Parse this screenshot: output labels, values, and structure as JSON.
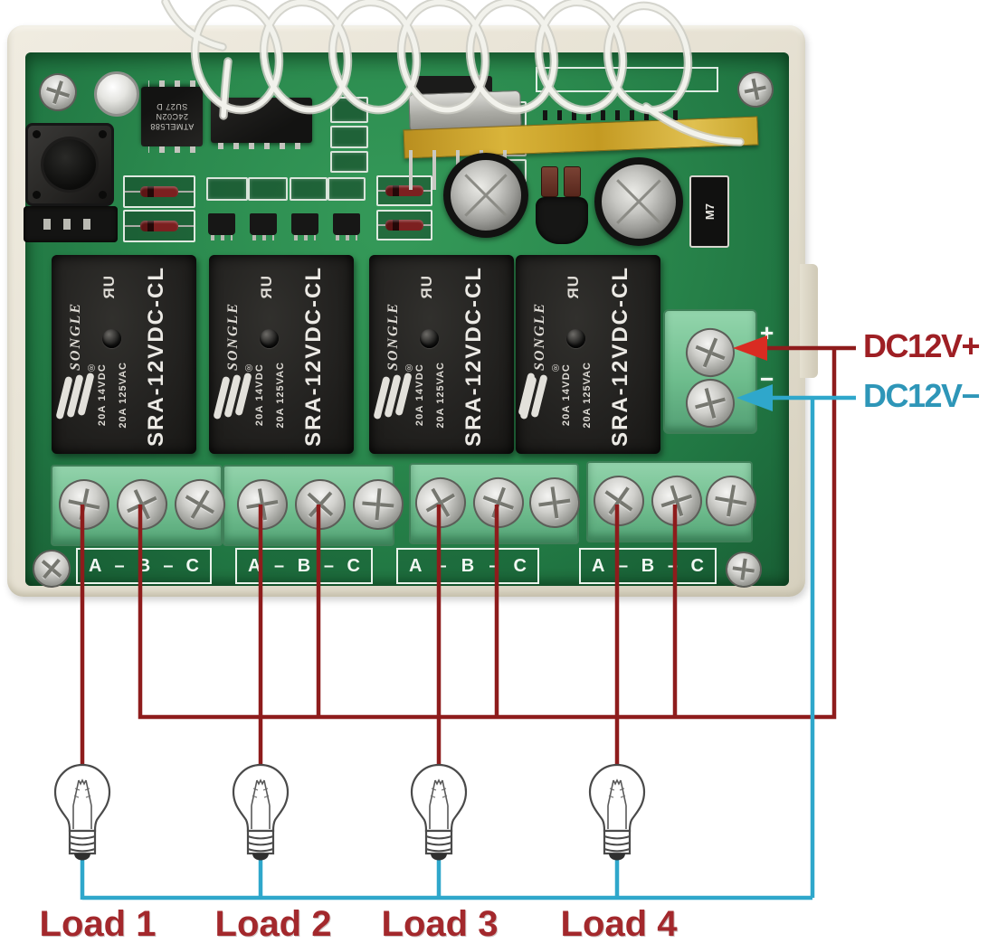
{
  "diagram": {
    "type": "relay-module-wiring-diagram",
    "channels": 4
  },
  "power": {
    "positive_label": "DC12V+",
    "negative_label": "DC12V−",
    "board_plus": "+",
    "board_minus": "−"
  },
  "loads": [
    {
      "label": "Load 1"
    },
    {
      "label": "Load 2"
    },
    {
      "label": "Load 3"
    },
    {
      "label": "Load 4"
    }
  ],
  "relay": {
    "brand": "SONGLE",
    "registered_mark": "®",
    "ul_mark": "ЯU",
    "rating_dc": "20A 14VDC",
    "rating_ac": "20A 125VAC",
    "model": "SRA-12VDC-CL"
  },
  "terminals": {
    "separator": "–",
    "groups": [
      {
        "a": "A",
        "b": "B",
        "c": "C"
      },
      {
        "a": "A",
        "b": "B",
        "c": "C"
      },
      {
        "a": "A",
        "b": "B",
        "c": "C"
      },
      {
        "a": "A",
        "b": "B",
        "c": "C"
      }
    ]
  },
  "ics": {
    "eeprom_lines": [
      "ATMEL588",
      "24C02N",
      "SU27 D"
    ],
    "diode_label": "M7"
  },
  "colors": {
    "positive_wire": "#8E1C1C",
    "negative_wire": "#2FA7CB",
    "positive_text": "#9E1F24",
    "negative_text": "#2E96B8",
    "load_text": "#A3282C",
    "pcb_green": "#2B8A4E",
    "terminal_green": "#74C192",
    "base_plate": "#E7E2D4",
    "rf_module_gold": "#C9A22B"
  }
}
